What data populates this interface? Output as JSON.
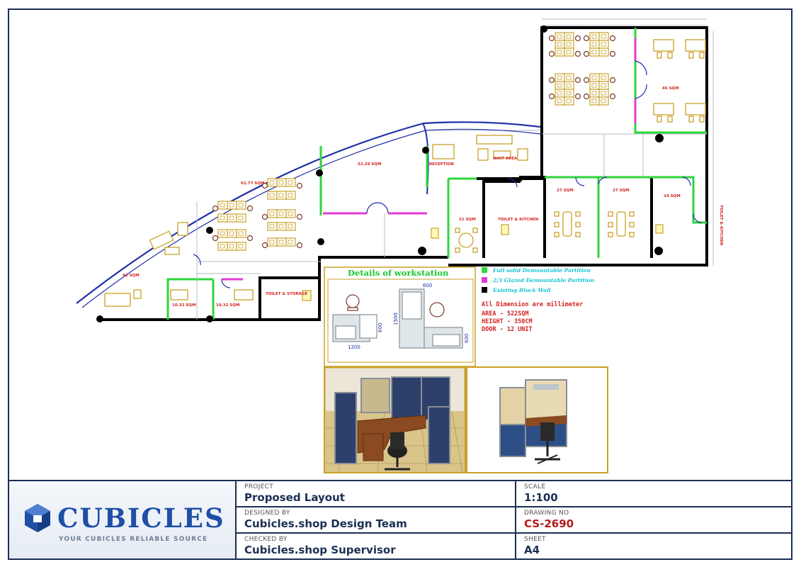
{
  "colors": {
    "frame": "#1b2f52",
    "existing_wall": "#000000",
    "full_partition": "#2ed63a",
    "glass_partition": "#e23bd6",
    "window_line": "#1f2fa8",
    "furniture": "#c9a227",
    "room_label": "#d32222"
  },
  "plan": {
    "rooms": [
      {
        "label": "41 SQM"
      },
      {
        "label": "61.77 SQM"
      },
      {
        "label": "52.29 SQM"
      },
      {
        "label": "RECEPTION"
      },
      {
        "label": "WAIT AREA"
      },
      {
        "label": "21 SQM"
      },
      {
        "label": "TOILET & KITCHEN"
      },
      {
        "label": "27 SQM"
      },
      {
        "label": "27 SQM"
      },
      {
        "label": "24 SQM"
      },
      {
        "label": "46 SQM"
      },
      {
        "label": "10.32 SQM"
      },
      {
        "label": "10.32 SQM"
      },
      {
        "label": "TOILET & STORAGE"
      },
      {
        "label": "TOILET & KITCHEN"
      }
    ]
  },
  "detail": {
    "title": "Details of workstation",
    "legend": [
      {
        "text": "Full solid Demountable Partition",
        "color": "#2ed63a"
      },
      {
        "text": "2/3 Glazed Demountable Partition",
        "color": "#e23bd6"
      },
      {
        "text": "Existing Block Wall",
        "color": "#000000"
      }
    ],
    "notes": [
      "All Dimension are millimeter",
      "AREA  -  522SQM",
      "HEIGHT  -  350CM",
      "DOOR  -  12 UNIT"
    ],
    "dims": {
      "w1": "1200",
      "h1": "600",
      "w2": "600",
      "h2": "1500",
      "h3": "600"
    }
  },
  "title_block": {
    "logo_word": "CUBICLES",
    "logo_tagline": "YOUR CUBICLES RELIABLE SOURCE",
    "project_label": "PROJECT",
    "project_value": "Proposed Layout",
    "scale_label": "SCALE",
    "scale_value": "1:100",
    "designed_label": "DESIGNED BY",
    "designed_value": "Cubicles.shop Design Team",
    "drawing_label": "DRAWING NO",
    "drawing_value": "CS-2690",
    "checked_label": "CHECKED BY",
    "checked_value": "Cubicles.shop Supervisor",
    "sheet_label": "SHEET",
    "sheet_value": "A4"
  }
}
